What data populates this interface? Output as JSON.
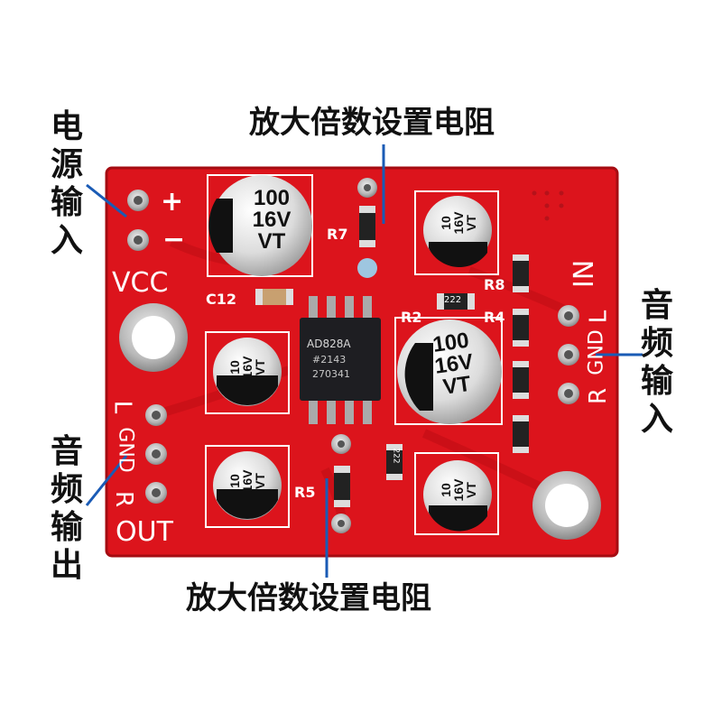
{
  "callouts": {
    "top_label": "放大倍数设置电阻",
    "bottom_label": "放大倍数设置电阻",
    "power_input": "电源输入",
    "audio_input": "音频输入",
    "audio_output": "音频输出"
  },
  "silkscreen": {
    "plus": "+",
    "minus": "−",
    "vcc": "VCC",
    "in": "IN",
    "out": "OUT",
    "in_pins": [
      "L",
      "GND",
      "R"
    ],
    "out_pins": [
      "L",
      "GND",
      "R"
    ],
    "refs": [
      "R7",
      "C12",
      "R2",
      "R8",
      "R4",
      "R5"
    ],
    "resistor_codes": [
      "222",
      "222"
    ]
  },
  "capacitors": {
    "large": [
      {
        "line1": "100",
        "line2": "16V",
        "line3": "VT"
      },
      {
        "line1": "100",
        "line2": "16V",
        "line3": "VT"
      }
    ],
    "small": [
      {
        "line1": "10",
        "line2": "16V",
        "line3": "VT"
      },
      {
        "line1": "10",
        "line2": "16V",
        "line3": "VT"
      },
      {
        "line1": "10",
        "line2": "16V",
        "line3": "VT"
      },
      {
        "line1": "10",
        "line2": "16V",
        "line3": "VT"
      }
    ]
  },
  "chip": {
    "line1": "AD828A",
    "line2": "#2143",
    "line3": "270341"
  },
  "colors": {
    "pcb": "#e0141c",
    "silk": "#ffffff",
    "pad": "#c8c8c8",
    "cap_body": "#d9d9d9",
    "cap_band": "#111111"
  }
}
